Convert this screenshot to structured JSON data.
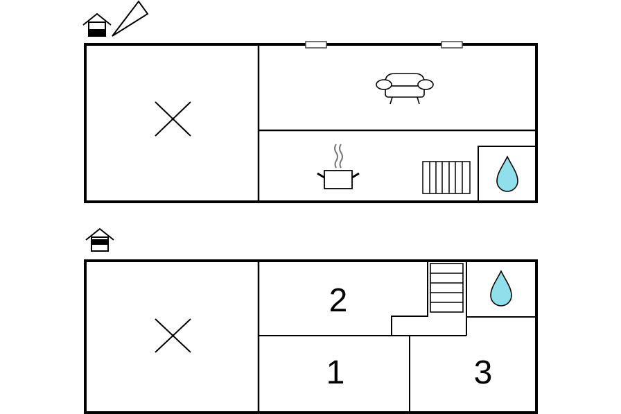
{
  "floors": [
    {
      "id": "ground-floor",
      "rooms": [
        {
          "id": "unused-area"
        },
        {
          "id": "living-room",
          "icon": "sofa-icon"
        },
        {
          "id": "kitchen",
          "icon": "cooking-pot-icon",
          "extra_icon": "radiator-icon"
        },
        {
          "id": "bathroom",
          "icon": "water-drop-icon"
        }
      ],
      "level_icon": "house-ground-floor-icon",
      "orientation_icon": "view-angle-icon",
      "windows": 2
    },
    {
      "id": "upper-floor",
      "rooms": [
        {
          "id": "unused-area"
        },
        {
          "id": "bedroom-2",
          "label": "2"
        },
        {
          "id": "bedroom-1",
          "label": "1"
        },
        {
          "id": "bedroom-3",
          "label": "3"
        },
        {
          "id": "bathroom",
          "icon": "water-drop-icon"
        },
        {
          "id": "staircase",
          "icon": "stairs-icon"
        }
      ],
      "level_icon": "house-upper-floor-icon"
    }
  ],
  "colors": {
    "wall": "#000000",
    "water": "#8fe0ea",
    "background": "#ffffff",
    "window": "#ffffff"
  }
}
